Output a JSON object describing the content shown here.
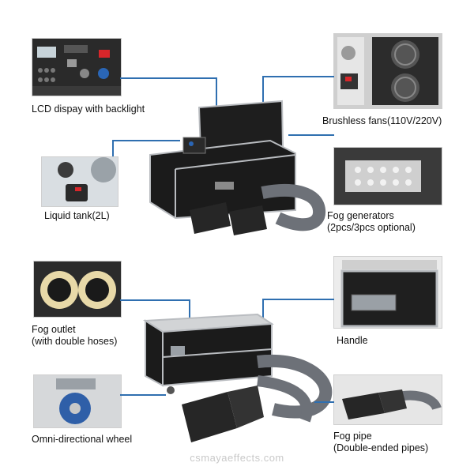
{
  "features": {
    "lcd": "LCD dispay with backlight",
    "fans": "Brushless fans(110V/220V)",
    "tank": "Liquid tank(2L)",
    "generators_1": "Fog generators",
    "generators_2": "(2pcs/3pcs optional)",
    "outlet_1": "Fog outlet",
    "outlet_2": "(with double hoses)",
    "handle": "Handle",
    "wheel": "Omni-directional wheel",
    "pipe_1": "Fog pipe",
    "pipe_2": "(Double-ended pipes)"
  },
  "watermark": "csmayaeffects.com",
  "colors": {
    "connector": "#2f6fb0",
    "case": "#1b1b1b",
    "trim": "#b9bcc0",
    "hose": "#6d7178"
  }
}
